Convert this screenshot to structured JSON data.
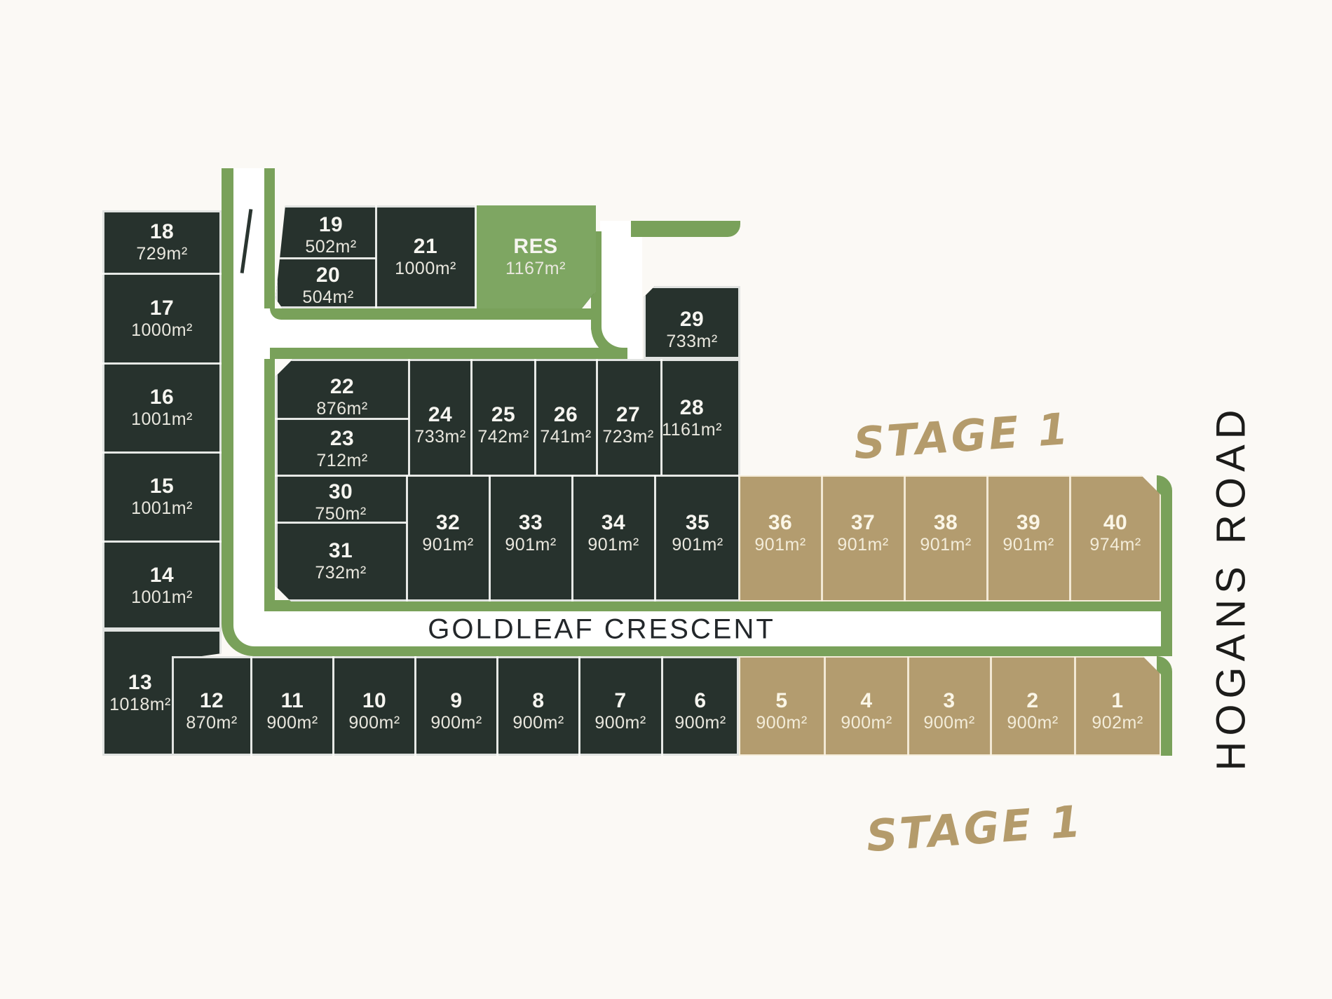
{
  "title": "Estate stage plan",
  "streets": {
    "goldleaf": "GOLDLEAF CRESCENT",
    "hogans": "HOGANS ROAD"
  },
  "stage_labels": {
    "top": "STAGE 1",
    "bottom": "STAGE 1"
  },
  "colors": {
    "background": "#fbf9f5",
    "lot_dark": "#27322d",
    "lot_stage1_tan": "#b39c6f",
    "reserve_green": "#7ea662",
    "verge_green": "#79a15a",
    "road_white": "#ffffff",
    "stage_text": "#b49b6b",
    "street_text": "#23272a"
  },
  "lots": {
    "l1": {
      "number": "1",
      "area": "902m²"
    },
    "l2": {
      "number": "2",
      "area": "900m²"
    },
    "l3": {
      "number": "3",
      "area": "900m²"
    },
    "l4": {
      "number": "4",
      "area": "900m²"
    },
    "l5": {
      "number": "5",
      "area": "900m²"
    },
    "l6": {
      "number": "6",
      "area": "900m²"
    },
    "l7": {
      "number": "7",
      "area": "900m²"
    },
    "l8": {
      "number": "8",
      "area": "900m²"
    },
    "l9": {
      "number": "9",
      "area": "900m²"
    },
    "l10": {
      "number": "10",
      "area": "900m²"
    },
    "l11": {
      "number": "11",
      "area": "900m²"
    },
    "l12": {
      "number": "12",
      "area": "870m²"
    },
    "l13": {
      "number": "13",
      "area": "1018m²"
    },
    "l14": {
      "number": "14",
      "area": "1001m²"
    },
    "l15": {
      "number": "15",
      "area": "1001m²"
    },
    "l16": {
      "number": "16",
      "area": "1001m²"
    },
    "l17": {
      "number": "17",
      "area": "1000m²"
    },
    "l18": {
      "number": "18",
      "area": "729m²"
    },
    "l19": {
      "number": "19",
      "area": "502m²"
    },
    "l20": {
      "number": "20",
      "area": "504m²"
    },
    "l21": {
      "number": "21",
      "area": "1000m²"
    },
    "l22": {
      "number": "22",
      "area": "876m²"
    },
    "l23": {
      "number": "23",
      "area": "712m²"
    },
    "l24": {
      "number": "24",
      "area": "733m²"
    },
    "l25": {
      "number": "25",
      "area": "742m²"
    },
    "l26": {
      "number": "26",
      "area": "741m²"
    },
    "l27": {
      "number": "27",
      "area": "723m²"
    },
    "l28": {
      "number": "28",
      "area": "1161m²"
    },
    "l29": {
      "number": "29",
      "area": "733m²"
    },
    "l30": {
      "number": "30",
      "area": "750m²"
    },
    "l31": {
      "number": "31",
      "area": "732m²"
    },
    "l32": {
      "number": "32",
      "area": "901m²"
    },
    "l33": {
      "number": "33",
      "area": "901m²"
    },
    "l34": {
      "number": "34",
      "area": "901m²"
    },
    "l35": {
      "number": "35",
      "area": "901m²"
    },
    "l36": {
      "number": "36",
      "area": "901m²"
    },
    "l37": {
      "number": "37",
      "area": "901m²"
    },
    "l38": {
      "number": "38",
      "area": "901m²"
    },
    "l39": {
      "number": "39",
      "area": "901m²"
    },
    "l40": {
      "number": "40",
      "area": "974m²"
    },
    "res": {
      "number": "RES",
      "area": "1167m²"
    }
  }
}
